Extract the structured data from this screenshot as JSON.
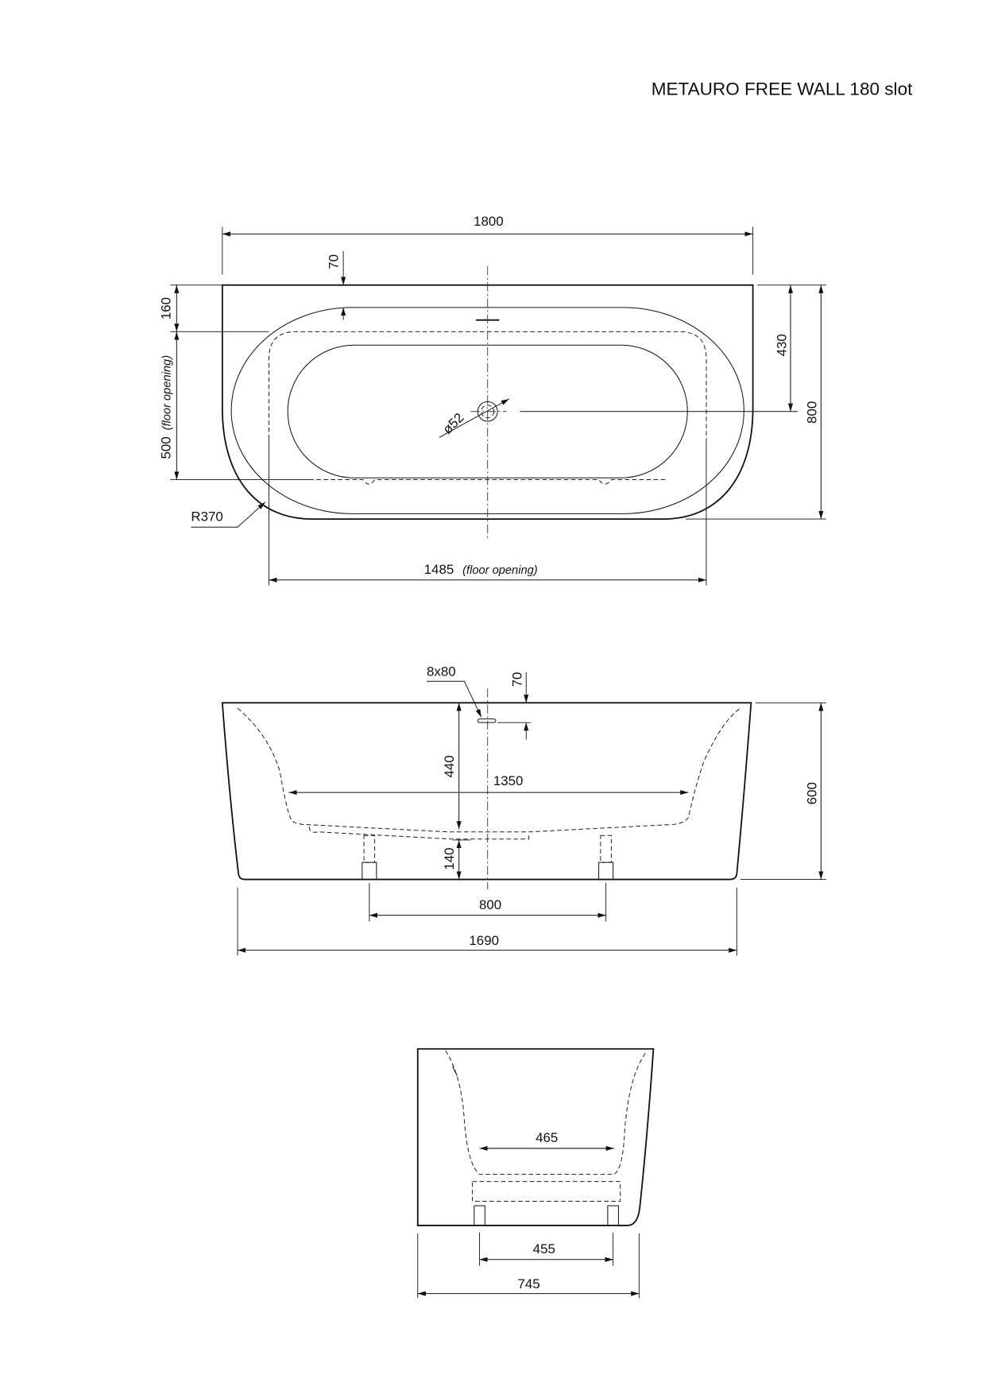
{
  "title": "METAURO FREE WALL 180 slot",
  "top_view": {
    "length": "1800",
    "overflow_offset": "70",
    "rim_depth": "160",
    "floor_opening_depth": "500",
    "floor_opening_note": "(floor opening)",
    "radius": "R370",
    "drain_depth": "430",
    "width": "800",
    "drain_diameter": "ø52",
    "floor_opening_length": "1485"
  },
  "side_view": {
    "slot": "8x80",
    "slot_offset": "70",
    "inner_depth": "440",
    "inner_length": "1350",
    "floor_clearance": "140",
    "height": "600",
    "feet_spacing": "800",
    "base_length": "1690"
  },
  "end_view": {
    "inner_width": "465",
    "feet_spacing": "455",
    "base_width": "745"
  }
}
